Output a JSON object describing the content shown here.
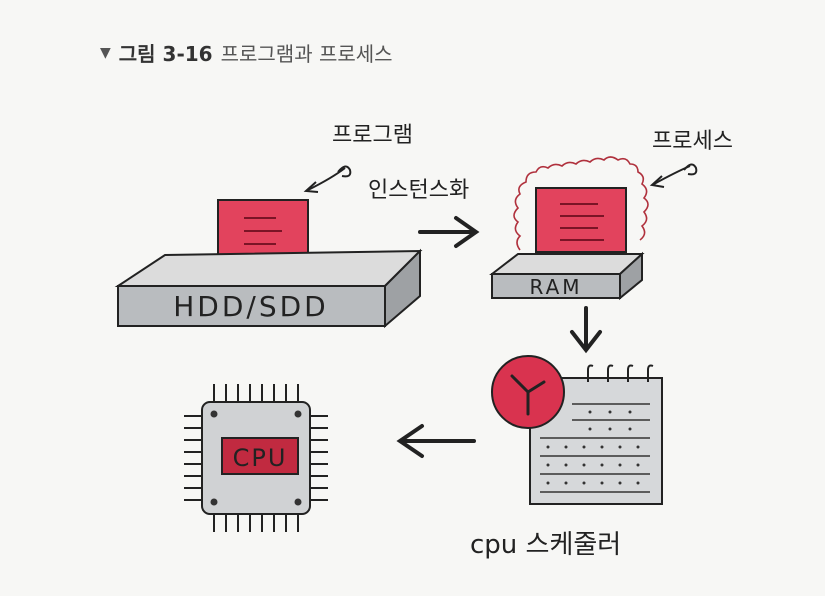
{
  "caption": {
    "prefix": "그림 3-16",
    "title": "프로그램과 프로세스",
    "marker_icon": "triangle-down-icon"
  },
  "labels": {
    "program": "프로그램",
    "instantiate": "인스턴스화",
    "process": "프로세스",
    "storage": "HDD/SDD",
    "ram": "RAM",
    "cpu": "CPU",
    "scheduler": "cpu 스케줄러"
  },
  "colors": {
    "doc_red": "#e2435d",
    "doc_dark": "#b3263f",
    "slab_top": "#dcdcdc",
    "slab_front": "#b9bcbf",
    "clock_red": "#d9334f",
    "chip_body": "#d0d2d4",
    "cpu_label_bg": "#c12a40",
    "aura": "#b0313d"
  }
}
